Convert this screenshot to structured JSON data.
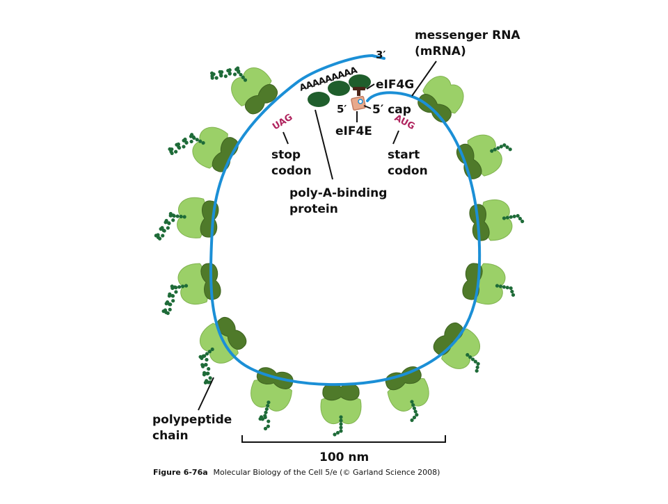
{
  "labels": {
    "messenger_rna_line1": "messenger RNA",
    "messenger_rna_line2": "(mRNA)",
    "three_prime": "3′",
    "poly_a_tail": "AAAAAAAAA",
    "eif4g": "eIF4G",
    "five_prime_left": "5′",
    "five_prime_cap": "5′ cap",
    "eif4e": "eIF4E",
    "stop_codon_seq": "UAG",
    "start_codon_seq": "AUG",
    "stop_codon_line1": "stop",
    "stop_codon_line2": "codon",
    "start_codon_line1": "start",
    "start_codon_line2": "codon",
    "pabp_line1": "poly-A-binding",
    "pabp_line2": "protein",
    "polypeptide_line1": "polypeptide",
    "polypeptide_line2": "chain",
    "scale_bar": "100 nm"
  },
  "caption": {
    "figure_id": "Figure 6-76a",
    "text": "Molecular Biology of the Cell 5/e (© Garland Science 2008)"
  },
  "colors": {
    "mrna": "#1b8fd6",
    "ribosome_small": "#4f7a2a",
    "ribosome_large": "#9bd068",
    "polypeptide": "#1e6b38",
    "pabp": "#1f5e2c",
    "eif4g": "#4a2418",
    "eif4e": "#e8a98c",
    "codon_text": "#b0245e"
  }
}
